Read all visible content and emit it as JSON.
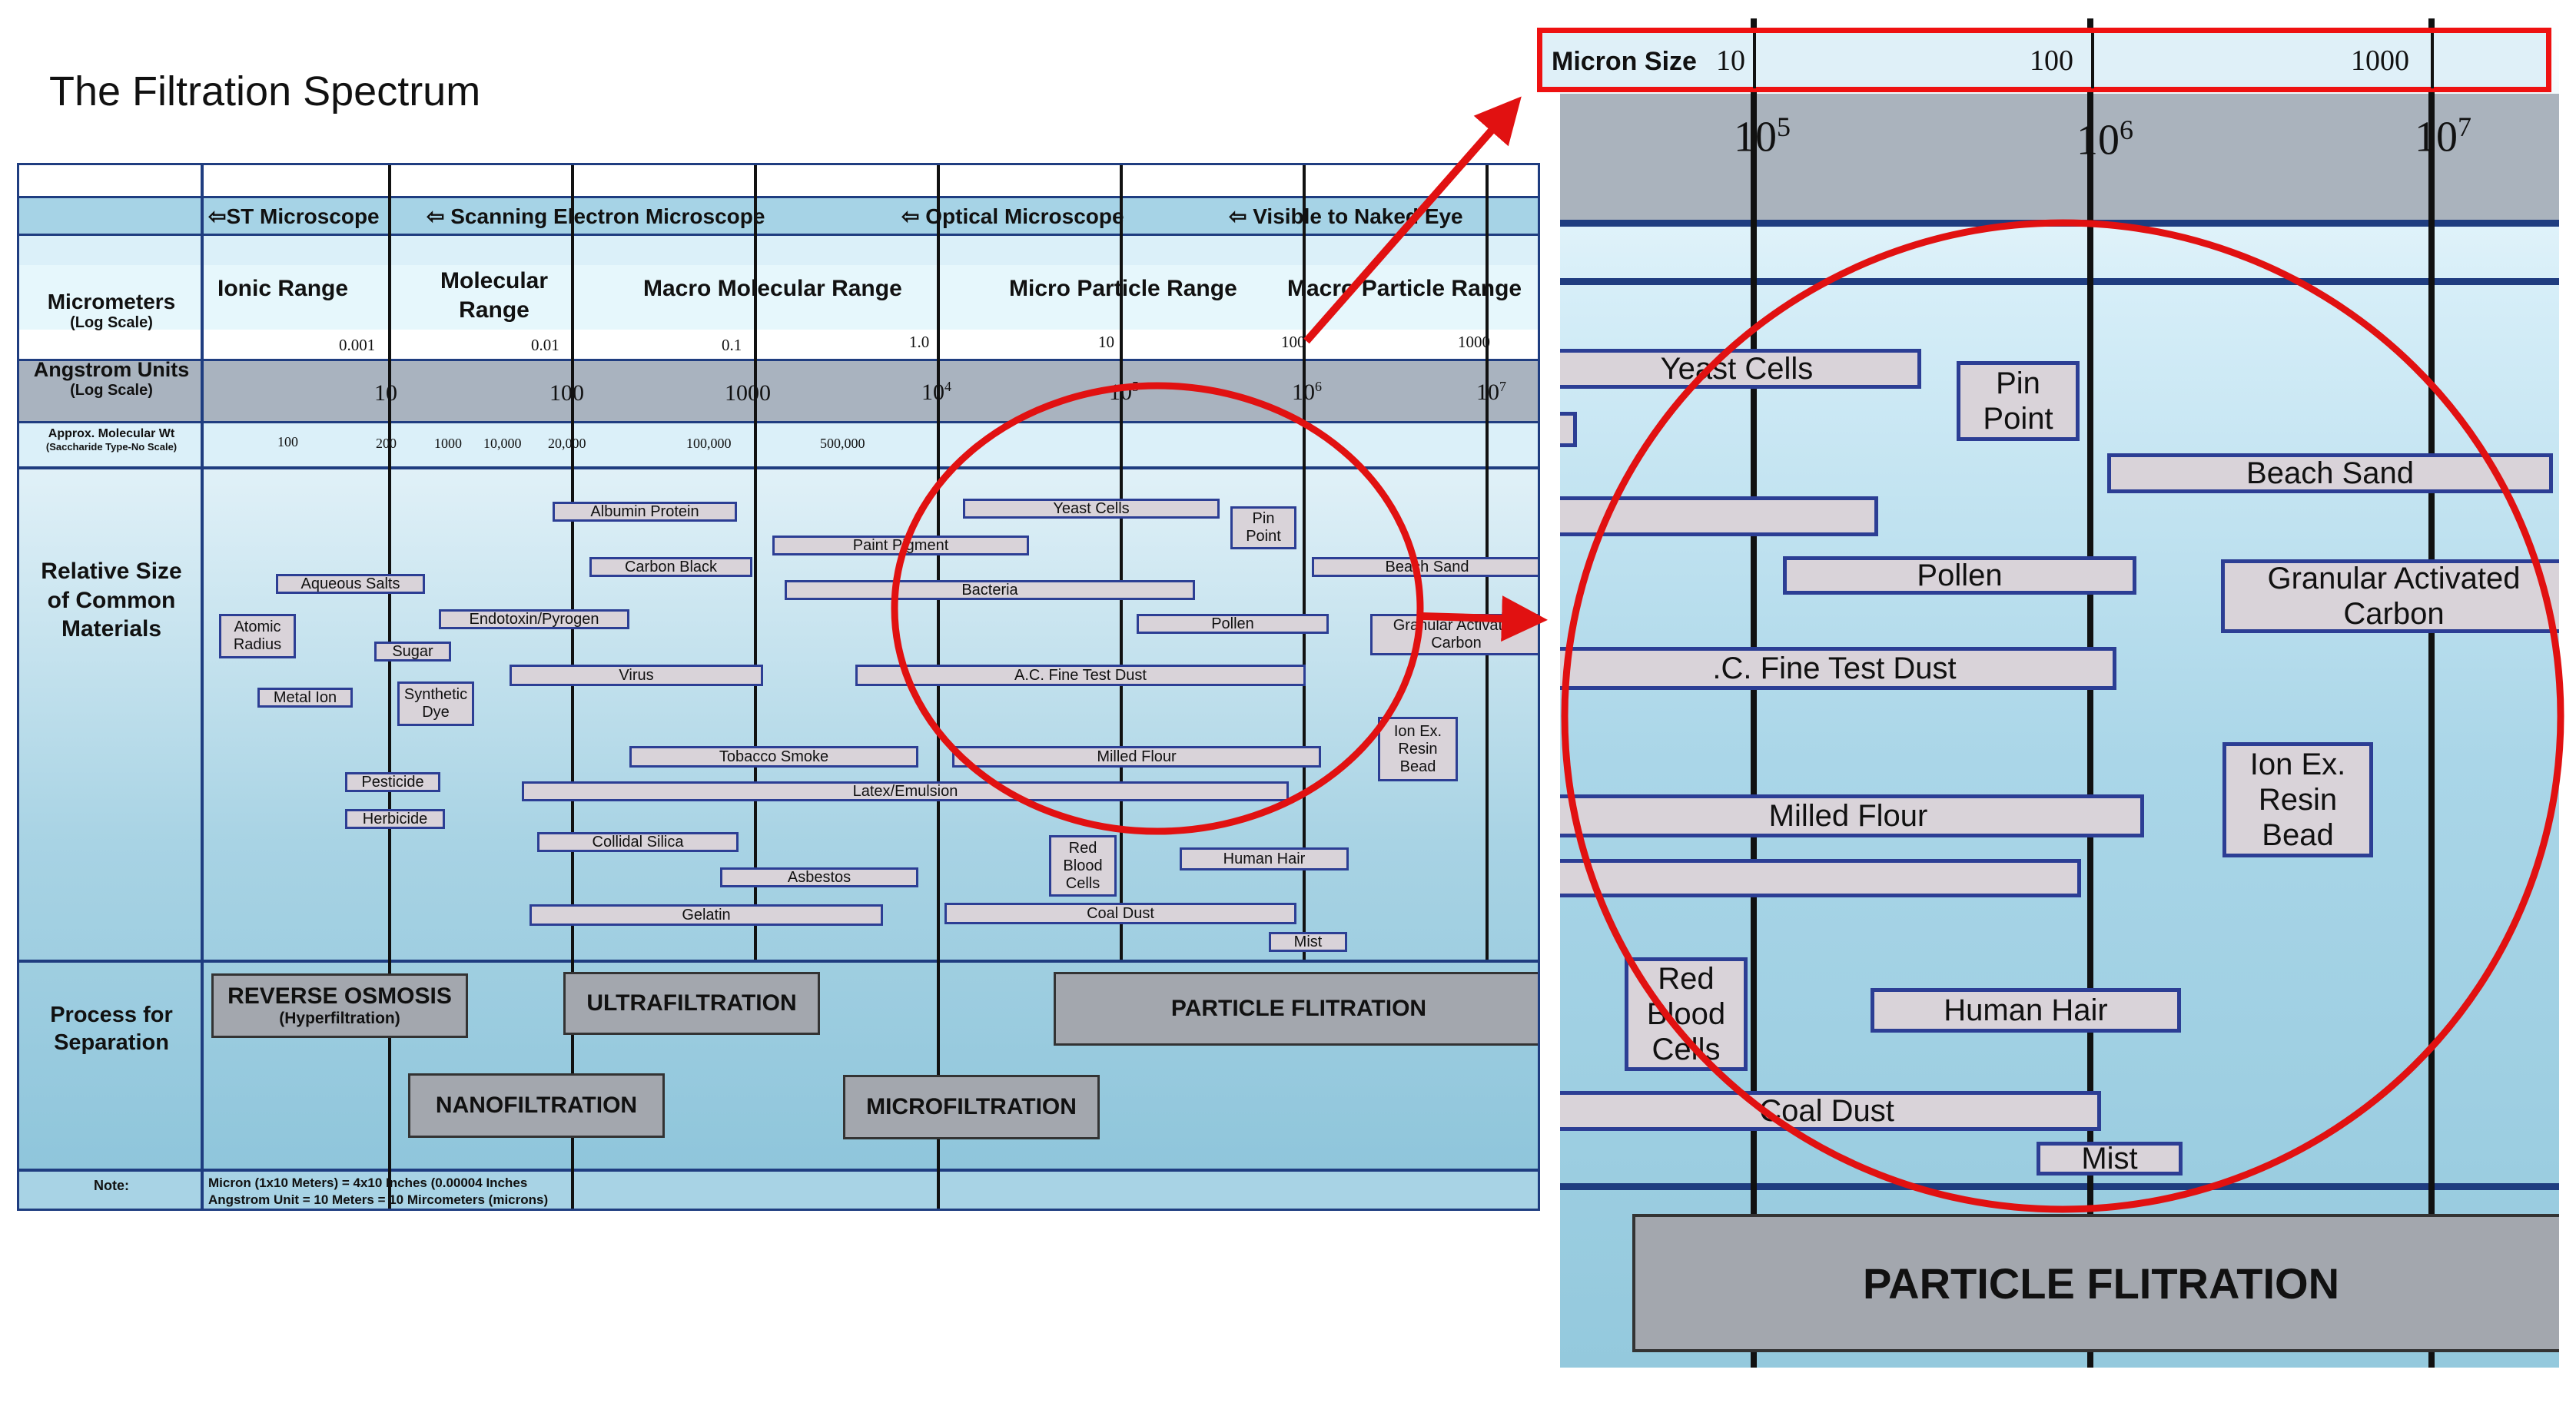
{
  "title": "The Filtration Spectrum",
  "left_labels": {
    "micrometers": "Micrometers",
    "micrometers_scale": "(Log Scale)",
    "angstrom": "Angstrom Units",
    "angstrom_scale": "(Log Scale)",
    "molwt": "Approx. Molecular Wt",
    "molwt_sub": "(Saccharide Type-No Scale)",
    "relative_size": "Relative Size of Common Materials",
    "process": "Process for Separation",
    "note": "Note:"
  },
  "microscopes": [
    "ST Microscope",
    "Scanning Electron Microscope",
    "Optical Microscope",
    "Visible to Naked Eye"
  ],
  "ranges": [
    "Ionic Range",
    "Molecular Range",
    "Macro Molecular Range",
    "Micro Particle  Range",
    "Macro Particle Range"
  ],
  "micrometer_ticks": [
    "0.001",
    "0.01",
    "0.1",
    "1.0",
    "10",
    "100",
    "1000"
  ],
  "angstrom_ticks": [
    "10",
    "100",
    "1000",
    "10",
    "10",
    "10",
    "10"
  ],
  "angstrom_exponents": [
    "",
    "",
    "",
    "4",
    "5",
    "6",
    "7"
  ],
  "molwt_ticks": [
    "100",
    "200",
    "1000",
    "10,000",
    "20,000",
    "100,000",
    "500,000"
  ],
  "materials": {
    "albumin": "Albumin Protein",
    "yeast": "Yeast Cells",
    "pin": "Pin Point",
    "paint": "Paint Pigment",
    "carbon_black": "Carbon Black",
    "beach_sand": "Beach Sand",
    "aqueous_salts": "Aqueous Salts",
    "bacteria": "Bacteria",
    "endotoxin": "Endotoxin/Pyrogen",
    "pollen": "Pollen",
    "gac": "Granular Activated Carbon",
    "atomic": "Atomic Radius",
    "sugar": "Sugar",
    "virus": "Virus",
    "acdust": "A.C. Fine Test Dust",
    "metal_ion": "Metal Ion",
    "synthetic_dye": "Synthetic Dye",
    "ion_ex": "Ion Ex. Resin Bead",
    "tobacco": "Tobacco Smoke",
    "milled_flour": "Milled Flour",
    "pesticide": "Pesticide",
    "latex": "Latex/Emulsion",
    "herbicide": "Herbicide",
    "colloidal": "Collidal Silica",
    "red_blood": "Red Blood Cells",
    "human_hair": "Human Hair",
    "asbestos": "Asbestos",
    "gelatin": "Gelatin",
    "coal_dust": "Coal Dust",
    "mist": "Mist"
  },
  "processes": {
    "ro": "REVERSE OSMOSIS",
    "ro_sub": "(Hyperfiltration)",
    "uf": "ULTRAFILTRATION",
    "pf": "PARTICLE FLITRATION",
    "nf": "NANOFILTRATION",
    "mf": "MICROFILTRATION"
  },
  "note_lines": [
    "Micron (1x10 Meters) = 4x10 Inches (0.00004 Inches",
    "Angstrom Unit = 10 Meters = 10 Mircometers (microns)"
  ],
  "zoom": {
    "micron_label": "Micron Size",
    "micron_values": [
      "10",
      "100",
      "1000"
    ],
    "angstrom_base": [
      "10",
      "10",
      "10"
    ],
    "angstrom_exp": [
      "5",
      "6",
      "7"
    ],
    "materials": {
      "yeast": "Yeast Cells",
      "pin": "Pin Point",
      "beach_sand": "Beach Sand",
      "pollen": "Pollen",
      "gac": "Granular Activated Carbon",
      "acdust": ".C. Fine Test Dust",
      "ion_ex": "Ion Ex. Resin Bead",
      "milled_flour": "Milled Flour",
      "red_blood": "Red Blood Cells",
      "human_hair": "Human Hair",
      "coal_dust": "Coal Dust",
      "mist": "Mist"
    },
    "process": "PARTICLE FLITRATION"
  },
  "colors": {
    "annotation": "#e11111",
    "line_blue": "#1f3d80",
    "material_fill": "#d9d3d9"
  }
}
